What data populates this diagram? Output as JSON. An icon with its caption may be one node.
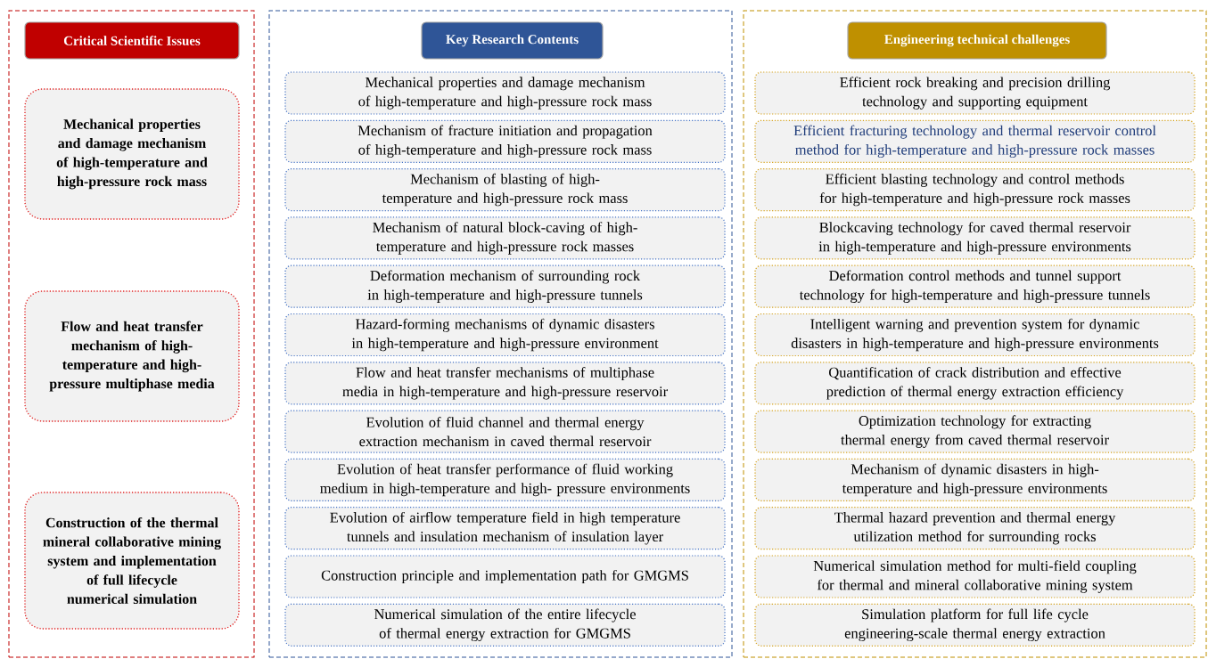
{
  "diagram": {
    "nodes": [
      {
        "text": [],
        "shape": "box"
      },
      {
        "text": [
          "Critical Scientific Issues"
        ],
        "in": 0
      },
      {
        "text": [
          "Mechanical properties and damage mechanism of high-temperature and high-pressure rock mass"
        ],
        "in": 0
      },
      {
        "text": [
          "Flow and heat transfer mechanism of high-temperature and high-pressure multiphase media"
        ],
        "in": 0
      },
      {
        "text": [
          "Construction of the thermal mineral collaborative mining system and implementation of full lifecycle numerical simulation"
        ],
        "in": 0
      },
      {
        "text": [],
        "shape": "box"
      },
      {
        "text": [
          "Key Research Contents"
        ],
        "in": 5
      },
      {
        "text": [
          "Mechanical properties and damage mechanism of high-temperature and high-pressure rock mass"
        ],
        "in": 5
      },
      {
        "text": [
          "Mechanism of fracture initiation and propagation of high-temperature and high-pressure rock mass"
        ],
        "in": 5
      },
      {
        "text": [
          "Mechanism of blasting of high-temperature and high-pressure rock mass"
        ],
        "in": 5
      },
      {
        "text": [
          "Mechanism of natural block-caving of high-temperature and high-pressure rock masses"
        ],
        "in": 5
      },
      {
        "text": [
          "Deformation mechanism of surrounding rock in high-temperature and high-pressure tunnels"
        ],
        "in": 5
      },
      {
        "text": [
          "Hazard-forming mechanisms of dynamic disasters in high-temperature and high-pressure environment"
        ],
        "in": 5
      },
      {
        "text": [
          "Flow and heat transfer mechanisms of multiphase media in high-temperature and high-pressure reservoir"
        ],
        "in": 5
      },
      {
        "text": [
          "Evolution of fluid channel and thermal energy extraction mechanism in caved thermal reservoir"
        ],
        "in": 5
      },
      {
        "text": [
          "Evolution of heat transfer performance of fluid working medium in high-temperature and high- pressure environments"
        ],
        "in": 5
      },
      {
        "text": [
          "Evolution of airflow temperature field in high temperature tunnels and insulation mechanism of insulation layer"
        ],
        "in": 5
      },
      {
        "text": [
          "Construction principle and implementation path for GMGMS"
        ],
        "in": 5
      },
      {
        "text": [
          "Numerical simulation of the entire lifecycle of thermal energy extraction for GMGMS"
        ],
        "in": 5
      },
      {
        "text": [],
        "shape": "box"
      },
      {
        "text": [
          "Engineering technical challenges"
        ],
        "in": 19
      },
      {
        "text": [
          "Efficient rock breaking and precision drilling technology and supporting equipment"
        ],
        "in": 19
      },
      {
        "text": [
          "Efficient fracturing technology and thermal reservoir control method for high-temperature and high-pressure rock masses"
        ],
        "in": 19
      },
      {
        "text": [
          "Efficient blasting technology and control methods for high-temperature and high-pressure rock masses"
        ],
        "in": 19
      },
      {
        "text": [
          "Blockcaving technology for caved thermal reservoir in high-temperature and high-pressure environments"
        ],
        "in": 19
      },
      {
        "text": [
          "Deformation control methods and tunnel support technology for high-temperature and high-pressure tunnels"
        ],
        "in": 19
      },
      {
        "text": [
          "Intelligent warning and prevention system for dynamic disasters in high-temperature and high-pressure environments"
        ],
        "in": 19
      },
      {
        "text": [
          "Quantification of crack distribution and effective prediction of thermal energy extraction efficiency"
        ],
        "in": 19
      },
      {
        "text": [
          "Optimization technology for extracting thermal energy from caved thermal reservoir"
        ],
        "in": 19
      },
      {
        "text": [
          "Mechanism of dynamic disasters in high-temperature and high-pressure environments"
        ],
        "in": 19
      },
      {
        "text": [
          "Thermal hazard prevention and thermal energy utilization method for surrounding rocks"
        ],
        "in": 19
      },
      {
        "text": [
          "Numerical simulation method for multi-field coupling for thermal and mineral collaborative mining system"
        ],
        "in": 19
      },
      {
        "text": [
          "Simulation platform for full life cycle engineering-scale thermal energy extraction"
        ],
        "in": 19
      }
    ]
  }
}
